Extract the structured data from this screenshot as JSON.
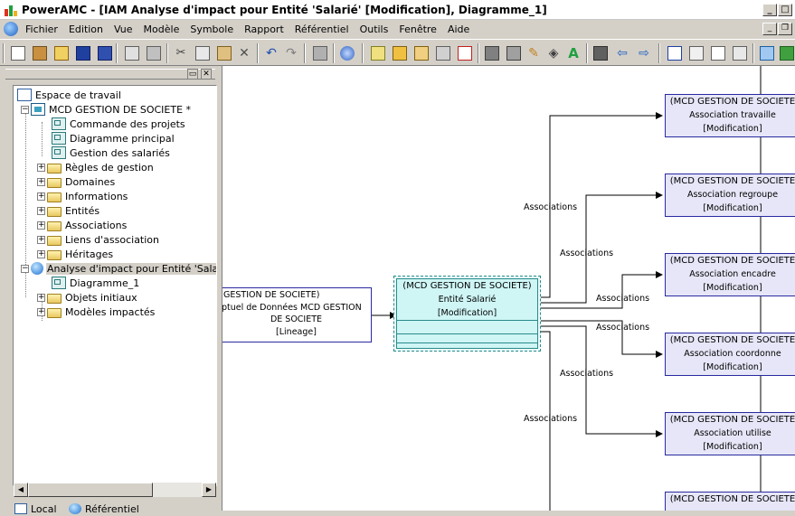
{
  "window": {
    "title": "PowerAMC - [IAM Analyse d'impact pour Entité 'Salarié' [Modification], Diagramme_1]"
  },
  "menu": [
    "Fichier",
    "Edition",
    "Vue",
    "Modèle",
    "Symbole",
    "Rapport",
    "Référentiel",
    "Outils",
    "Fenêtre",
    "Aide"
  ],
  "tree": {
    "items": [
      {
        "label": "Espace de travail",
        "icon": "workspace-icon"
      },
      {
        "label": "MCD GESTION DE SOCIETE *",
        "icon": "model-icon"
      },
      {
        "label": "Commande des projets",
        "icon": "diagram-icon"
      },
      {
        "label": "Diagramme principal",
        "icon": "diagram-icon"
      },
      {
        "label": "Gestion des salariés",
        "icon": "diagram-icon"
      },
      {
        "label": "Règles de gestion",
        "icon": "folder-icon"
      },
      {
        "label": "Domaines",
        "icon": "folder-icon"
      },
      {
        "label": "Informations",
        "icon": "folder-icon"
      },
      {
        "label": "Entités",
        "icon": "folder-icon"
      },
      {
        "label": "Associations",
        "icon": "folder-icon"
      },
      {
        "label": "Liens d'association",
        "icon": "folder-icon"
      },
      {
        "label": "Héritages",
        "icon": "folder-icon"
      },
      {
        "label": "Analyse d'impact pour Entité 'Salarié'",
        "icon": "globe-icon"
      },
      {
        "label": "Diagramme_1",
        "icon": "impact-diagram-icon"
      },
      {
        "label": "Objets initiaux",
        "icon": "folder-icon"
      },
      {
        "label": "Modèles impactés",
        "icon": "folder-icon"
      }
    ]
  },
  "bottom_tabs": [
    "Local",
    "Référentiel"
  ],
  "diagram": {
    "lineage_node": {
      "line1": "GESTION DE SOCIETE)",
      "line2": "ptuel de Données MCD GESTION",
      "line3": "DE SOCIETE",
      "line4": "[Lineage]"
    },
    "entity_node": {
      "header": "(MCD GESTION DE SOCIETE)",
      "name": "Entité Salarié",
      "status": "[Modification]"
    },
    "association_nodes": [
      {
        "header": "(MCD GESTION DE SOCIETE",
        "name": "Association travaille",
        "status": "[Modification]"
      },
      {
        "header": "(MCD GESTION DE SOCIETE",
        "name": "Association regroupe",
        "status": "[Modification]"
      },
      {
        "header": "(MCD GESTION DE SOCIETE",
        "name": "Association encadre",
        "status": "[Modification]"
      },
      {
        "header": "(MCD GESTION DE SOCIETE",
        "name": "Association coordonne",
        "status": "[Modification]"
      },
      {
        "header": "(MCD GESTION DE SOCIETE",
        "name": "Association utilise",
        "status": "[Modification]"
      },
      {
        "header": "(MCD GESTION DE SOCIETE",
        "name": "",
        "status": ""
      }
    ],
    "edge_label": "Associations"
  }
}
